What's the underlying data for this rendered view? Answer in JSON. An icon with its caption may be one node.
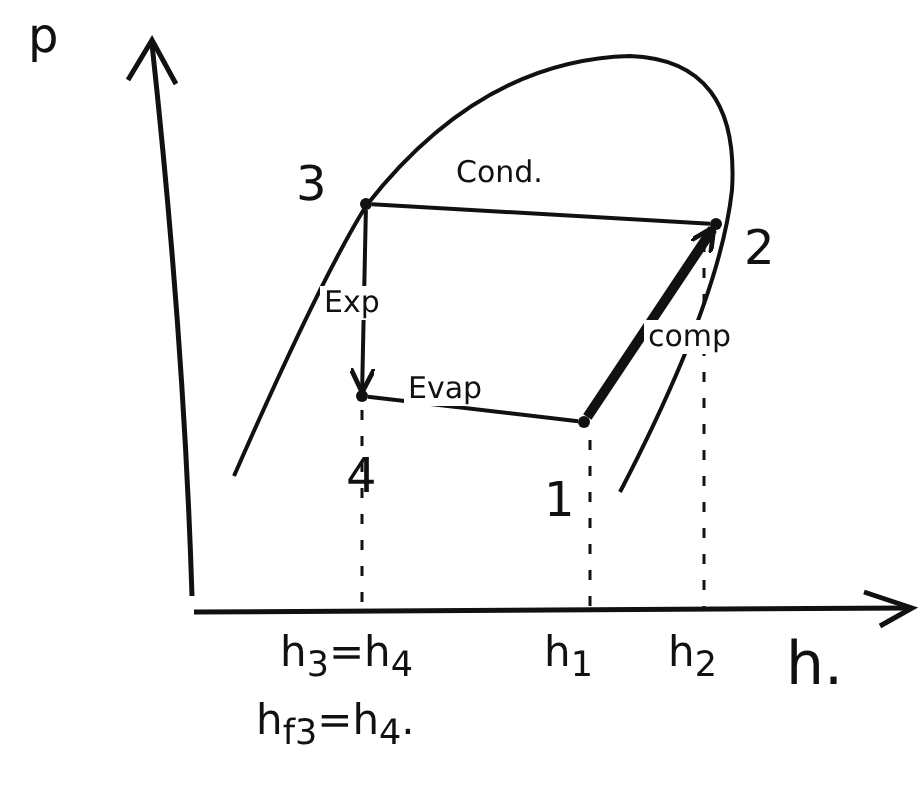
{
  "diagram": {
    "nodes": [
      {
        "text": [],
        "shape": "dot",
        "beside": [
          "3"
        ]
      },
      {
        "text": [],
        "shape": "dot",
        "beside": [
          "2"
        ]
      },
      {
        "text": [],
        "shape": "dot",
        "beside": [
          "4"
        ]
      },
      {
        "text": [],
        "shape": "dot",
        "beside": [
          "1"
        ]
      }
    ],
    "edges": [
      {
        "from": 0,
        "to": 2,
        "arrow": "to",
        "label": "Exp"
      },
      {
        "from": 2,
        "to": 3,
        "arrow": "none",
        "label": "Evap"
      },
      {
        "from": 3,
        "to": 1,
        "arrow": "to",
        "label": "comp",
        "style": "thick"
      },
      {
        "from": 1,
        "to": 0,
        "arrow": "none",
        "label": "Cond."
      }
    ],
    "labels": [
      "p",
      "h$_{3}$=h$_{4}$",
      "h$_{1}$",
      "h$_{2}$",
      "h.",
      "h$_{f3}$=h$_{4}$."
    ]
  }
}
